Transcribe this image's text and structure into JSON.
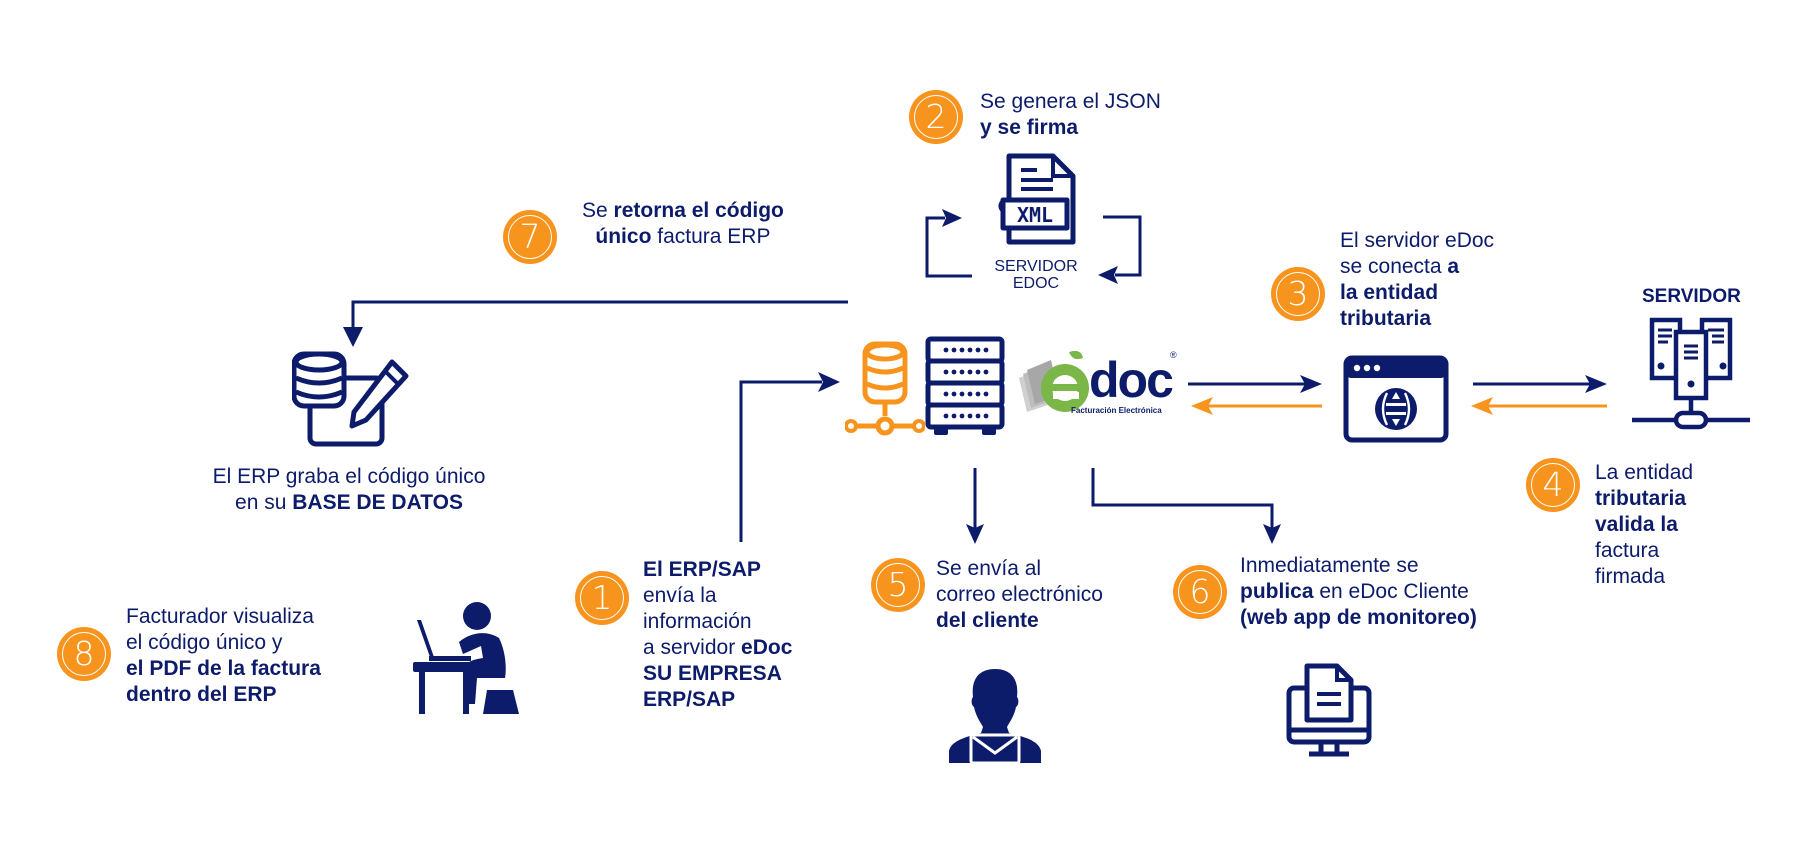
{
  "colors": {
    "primary_navy": "#0d1b6b",
    "accent_orange": "#f7941d",
    "edoc_green": "#7ab648",
    "background": "#ffffff"
  },
  "steps": [
    {
      "number": "1",
      "lines": [
        [
          {
            "t": "El ERP/SAP",
            "b": true
          }
        ],
        [
          {
            "t": "envía la",
            "b": false
          }
        ],
        [
          {
            "t": "información",
            "b": false
          }
        ],
        [
          {
            "t": "a servidor ",
            "b": false
          },
          {
            "t": "eDoc",
            "b": true
          }
        ],
        [
          {
            "t": "SU EMPRESA",
            "b": true
          }
        ],
        [
          {
            "t": "ERP/SAP",
            "b": true
          }
        ]
      ]
    },
    {
      "number": "2",
      "lines": [
        [
          {
            "t": "Se genera el JSON",
            "b": false
          }
        ],
        [
          {
            "t": "y se firma",
            "b": true
          }
        ]
      ]
    },
    {
      "number": "3",
      "lines": [
        [
          {
            "t": "El servidor eDoc",
            "b": false
          }
        ],
        [
          {
            "t": "se conecta ",
            "b": false
          },
          {
            "t": "a",
            "b": true
          }
        ],
        [
          {
            "t": "la entidad",
            "b": true
          }
        ],
        [
          {
            "t": "tributaria",
            "b": true
          }
        ]
      ]
    },
    {
      "number": "4",
      "lines": [
        [
          {
            "t": "La entidad",
            "b": false
          }
        ],
        [
          {
            "t": "tributaria",
            "b": true
          }
        ],
        [
          {
            "t": "valida la",
            "b": true
          }
        ],
        [
          {
            "t": "factura",
            "b": false
          }
        ],
        [
          {
            "t": "firmada",
            "b": false
          }
        ]
      ]
    },
    {
      "number": "5",
      "lines": [
        [
          {
            "t": "Se envía al",
            "b": false
          }
        ],
        [
          {
            "t": "correo electrónico",
            "b": false
          }
        ],
        [
          {
            "t": "del cliente",
            "b": true
          }
        ]
      ]
    },
    {
      "number": "6",
      "lines": [
        [
          {
            "t": "Inmediatamente se",
            "b": false
          }
        ],
        [
          {
            "t": "publica",
            "b": true
          },
          {
            "t": " en eDoc Cliente",
            "b": false
          }
        ],
        [
          {
            "t": "(web app de monitoreo)",
            "b": true
          }
        ]
      ]
    },
    {
      "number": "7",
      "lines": [
        [
          {
            "t": "Se ",
            "b": false
          },
          {
            "t": "retorna el código",
            "b": true
          }
        ],
        [
          {
            "t": "único",
            "b": true
          },
          {
            "t": " factura ERP",
            "b": false
          }
        ]
      ]
    },
    {
      "number": "8",
      "lines": [
        [
          {
            "t": "Facturador visualiza",
            "b": false
          }
        ],
        [
          {
            "t": "el código único y",
            "b": false
          }
        ],
        [
          {
            "t": "el PDF de la factura",
            "b": true
          }
        ],
        [
          {
            "t": "dentro del ERP",
            "b": true
          }
        ]
      ]
    }
  ],
  "erp_caption": {
    "lines": [
      [
        {
          "t": "El ERP graba el código único",
          "b": false
        }
      ],
      [
        {
          "t": "en su ",
          "b": false
        },
        {
          "t": "BASE DE DATOS",
          "b": true
        }
      ]
    ]
  },
  "labels": {
    "servidor_edoc_line1": "SERVIDOR",
    "servidor_edoc_line2": "EDOC",
    "xml_tag": "XML",
    "servidor_right": "SERVIDOR",
    "edoc_logo_e": "é",
    "edoc_logo_doc": "doc",
    "edoc_logo_reg": "®",
    "edoc_logo_tagline": "Facturación Electrónica"
  },
  "icons": [
    "xml-document-icon",
    "database-edit-icon",
    "database-network-icon",
    "server-rack-icon",
    "edoc-logo",
    "browser-globe-icon",
    "server-cluster-icon",
    "user-mail-icon",
    "monitor-document-icon",
    "person-at-desk-icon"
  ]
}
